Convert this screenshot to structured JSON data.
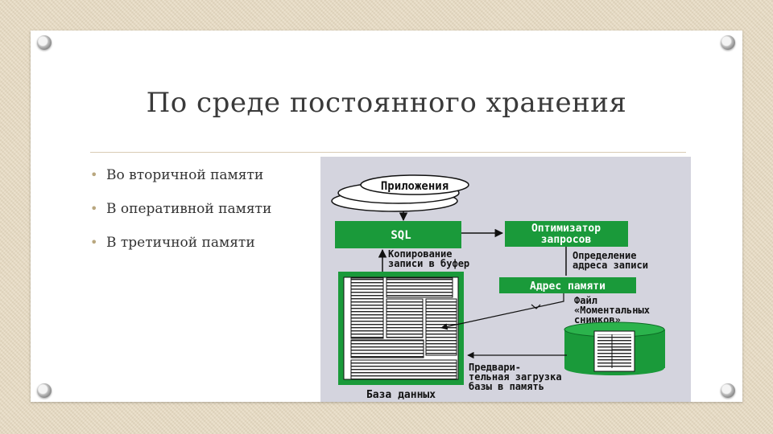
{
  "slide": {
    "title": "По среде постоянного хранения",
    "bullets": [
      "Во вторичной памяти",
      "В оперативной памяти",
      "В третичной памяти"
    ]
  },
  "diagram": {
    "applications": "Приложения",
    "sql": "SQL",
    "optimizer": [
      "Оптимизатор",
      "запросов"
    ],
    "copy_record": [
      "Копирование",
      "записи в буфер"
    ],
    "address_determination": [
      "Определение",
      "адреса записи"
    ],
    "memory_address": "Адрес памяти",
    "snapshot_file": [
      "Файл",
      "«Моментальных",
      "снимков»"
    ],
    "preload": [
      "Предвари-",
      "тельная загрузка",
      "базы в память"
    ],
    "database": "База данных"
  },
  "colors": {
    "accent_green": "#1a9a3a",
    "diagram_bg": "#d4d4de",
    "bullet": "#b9a77f"
  }
}
